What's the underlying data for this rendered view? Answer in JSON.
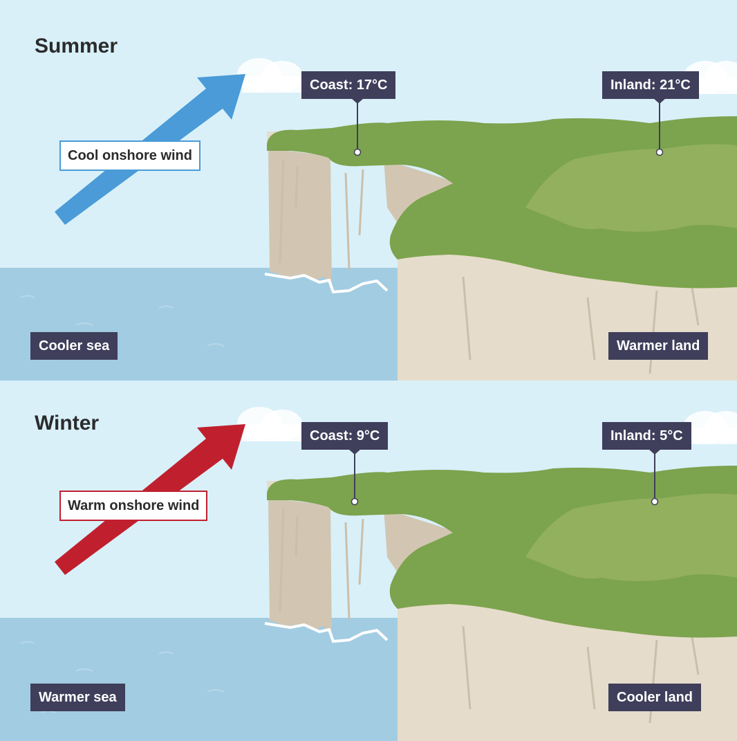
{
  "panels": [
    {
      "title": "Summer",
      "wind_label": "Cool onshore wind",
      "coast_label": "Coast: 17°C",
      "inland_label": "Inland: 21°C",
      "sea_label": "Cooler sea",
      "land_label": "Warmer land",
      "arrow_color": "#4a9bd7"
    },
    {
      "title": "Winter",
      "wind_label": "Warm onshore wind",
      "coast_label": "Coast: 9°C",
      "inland_label": "Inland: 5°C",
      "sea_label": "Warmer sea",
      "land_label": "Cooler land",
      "arrow_color": "#c0202e"
    }
  ],
  "colors": {
    "sky": "#d9f0f9",
    "sea": "#a2cce2",
    "grass": "#7ca34d",
    "grass_light": "#92b05e",
    "cliff": "#e6dccb",
    "cliff_shadow": "#d2c6b2",
    "tag": "#3f3e5b"
  }
}
